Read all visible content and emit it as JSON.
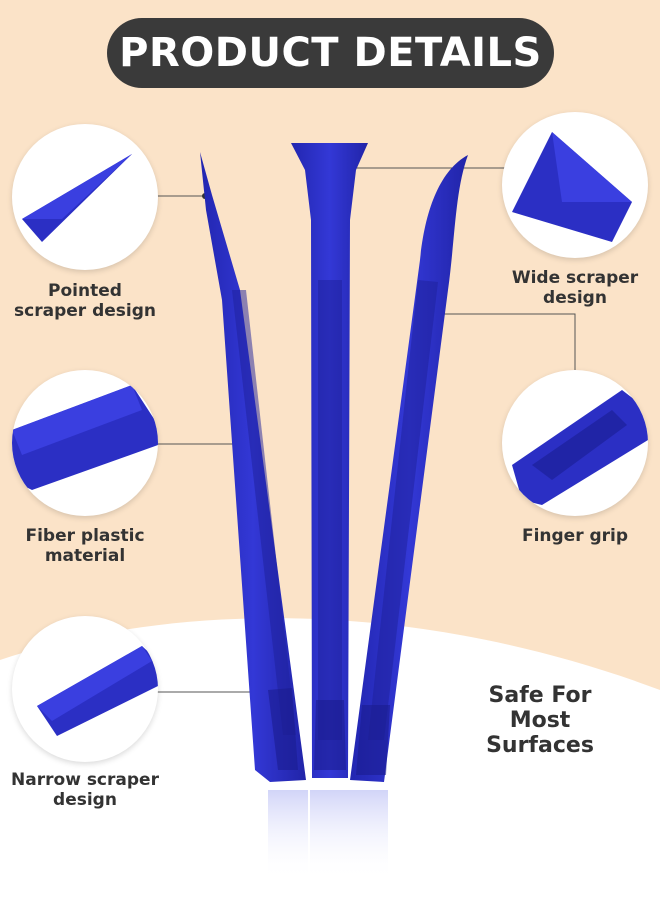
{
  "title": "PRODUCT DETAILS",
  "features": {
    "pointed": "Pointed scraper design",
    "fiber": "Fiber plastic material",
    "narrow": "Narrow scraper design",
    "wide": "Wide scraper design",
    "grip": "Finger grip"
  },
  "slogan": "Safe For Most Surfaces",
  "colors": {
    "tool_blue": "#2b2fc4",
    "background_peach": "#fbe3c8",
    "title_pill": "#3a3a3a"
  }
}
